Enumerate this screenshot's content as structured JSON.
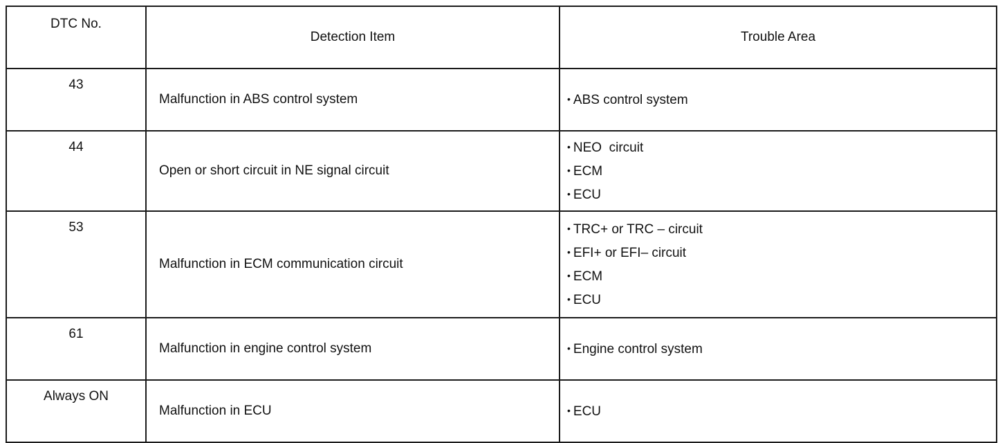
{
  "table": {
    "headers": {
      "dtc": "DTC No.",
      "item": "Detection Item",
      "area": "Trouble Area"
    },
    "bullet_glyph": "•",
    "rows": [
      {
        "dtc": "43",
        "item": "Malfunction in ABS control system",
        "areas": [
          "ABS control system"
        ]
      },
      {
        "dtc": "44",
        "item": "Open or short circuit in NE signal circuit",
        "areas": [
          "NEO  circuit",
          "ECM",
          "ECU"
        ]
      },
      {
        "dtc": "53",
        "item": "Malfunction in ECM communication circuit",
        "areas": [
          "TRC+ or TRC – circuit",
          "EFI+ or EFI– circuit",
          "ECM",
          "ECU"
        ]
      },
      {
        "dtc": "61",
        "item": "Malfunction in engine control system",
        "areas": [
          "Engine control system"
        ]
      },
      {
        "dtc": "Always ON",
        "item": "Malfunction in ECU",
        "areas": [
          "ECU"
        ]
      }
    ]
  }
}
